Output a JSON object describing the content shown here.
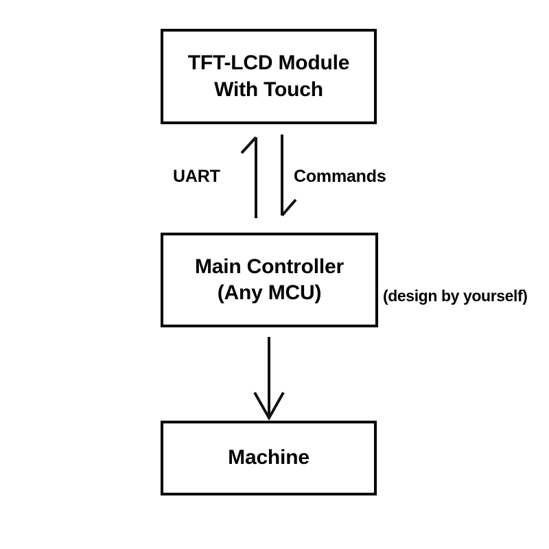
{
  "diagram": {
    "title": "TFT-LCD Module system block diagram",
    "background_color": "#ffffff",
    "stroke_color": "#111111",
    "text_color": "#000000",
    "nodes": [
      {
        "id": "lcd",
        "name": "tft-lcd-module",
        "line1": "TFT-LCD Module",
        "line2": "With Touch"
      },
      {
        "id": "mcu",
        "name": "main-controller",
        "line1": "Main Controller",
        "line2": "(Any MCU)"
      },
      {
        "id": "machine",
        "name": "machine",
        "line1": "Machine"
      }
    ],
    "annotations": {
      "design_note": "(design by yourself)"
    },
    "edges": [
      {
        "id": "uart-up",
        "label": "UART",
        "from": "main-controller",
        "to": "tft-lcd-module",
        "direction": "up",
        "arrowhead": "half-left"
      },
      {
        "id": "commands-down",
        "label": "Commands",
        "from": "tft-lcd-module",
        "to": "main-controller",
        "direction": "down",
        "arrowhead": "half-right"
      },
      {
        "id": "mcu-to-machine",
        "label": "",
        "from": "main-controller",
        "to": "machine",
        "direction": "down",
        "arrowhead": "full-v"
      }
    ]
  }
}
